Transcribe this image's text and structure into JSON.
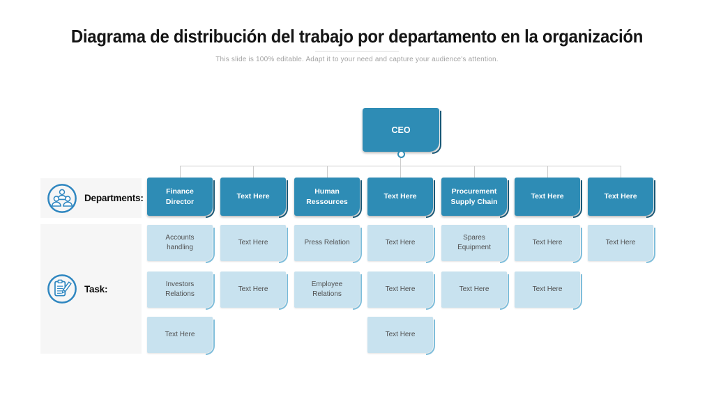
{
  "title": "Diagrama de distribución del trabajo por departamento en la organización",
  "subtitle": "This slide is 100% editable. Adapt it to your need and capture your audience's attention.",
  "root": {
    "label": "CEO"
  },
  "row_labels": {
    "departments": "Departments:",
    "task": "Task:"
  },
  "columns": [
    {
      "department": "Finance Director",
      "tasks": [
        "Accounts handling",
        "Investors Relations",
        "Text Here"
      ]
    },
    {
      "department": "Text Here",
      "tasks": [
        "Text Here",
        "Text Here"
      ]
    },
    {
      "department": "Human Ressources",
      "tasks": [
        "Press Relation",
        "Employee Relations"
      ]
    },
    {
      "department": "Text Here",
      "tasks": [
        "Text Here",
        "Text Here",
        "Text Here"
      ]
    },
    {
      "department": "Procurement Supply Chain",
      "tasks": [
        "Spares Equipment",
        "Text Here"
      ]
    },
    {
      "department": "Text Here",
      "tasks": [
        "Text Here",
        "Text Here"
      ]
    },
    {
      "department": "Text Here",
      "tasks": [
        "Text Here"
      ]
    }
  ],
  "icons": {
    "departments": "people-group-icon",
    "task": "clipboard-pencil-icon"
  },
  "colors": {
    "dept_box": "#2e8cb5",
    "dept_fold": "#1a5876",
    "task_box": "#c8e2ef",
    "task_fold": "#7fbedb",
    "icon_blue": "#2e86c0",
    "line": "#cccccc",
    "panel_bg": "#f6f6f6",
    "title_text": "#141414",
    "subtitle_text": "#a3a3a3",
    "task_text": "#4f4f4f"
  }
}
